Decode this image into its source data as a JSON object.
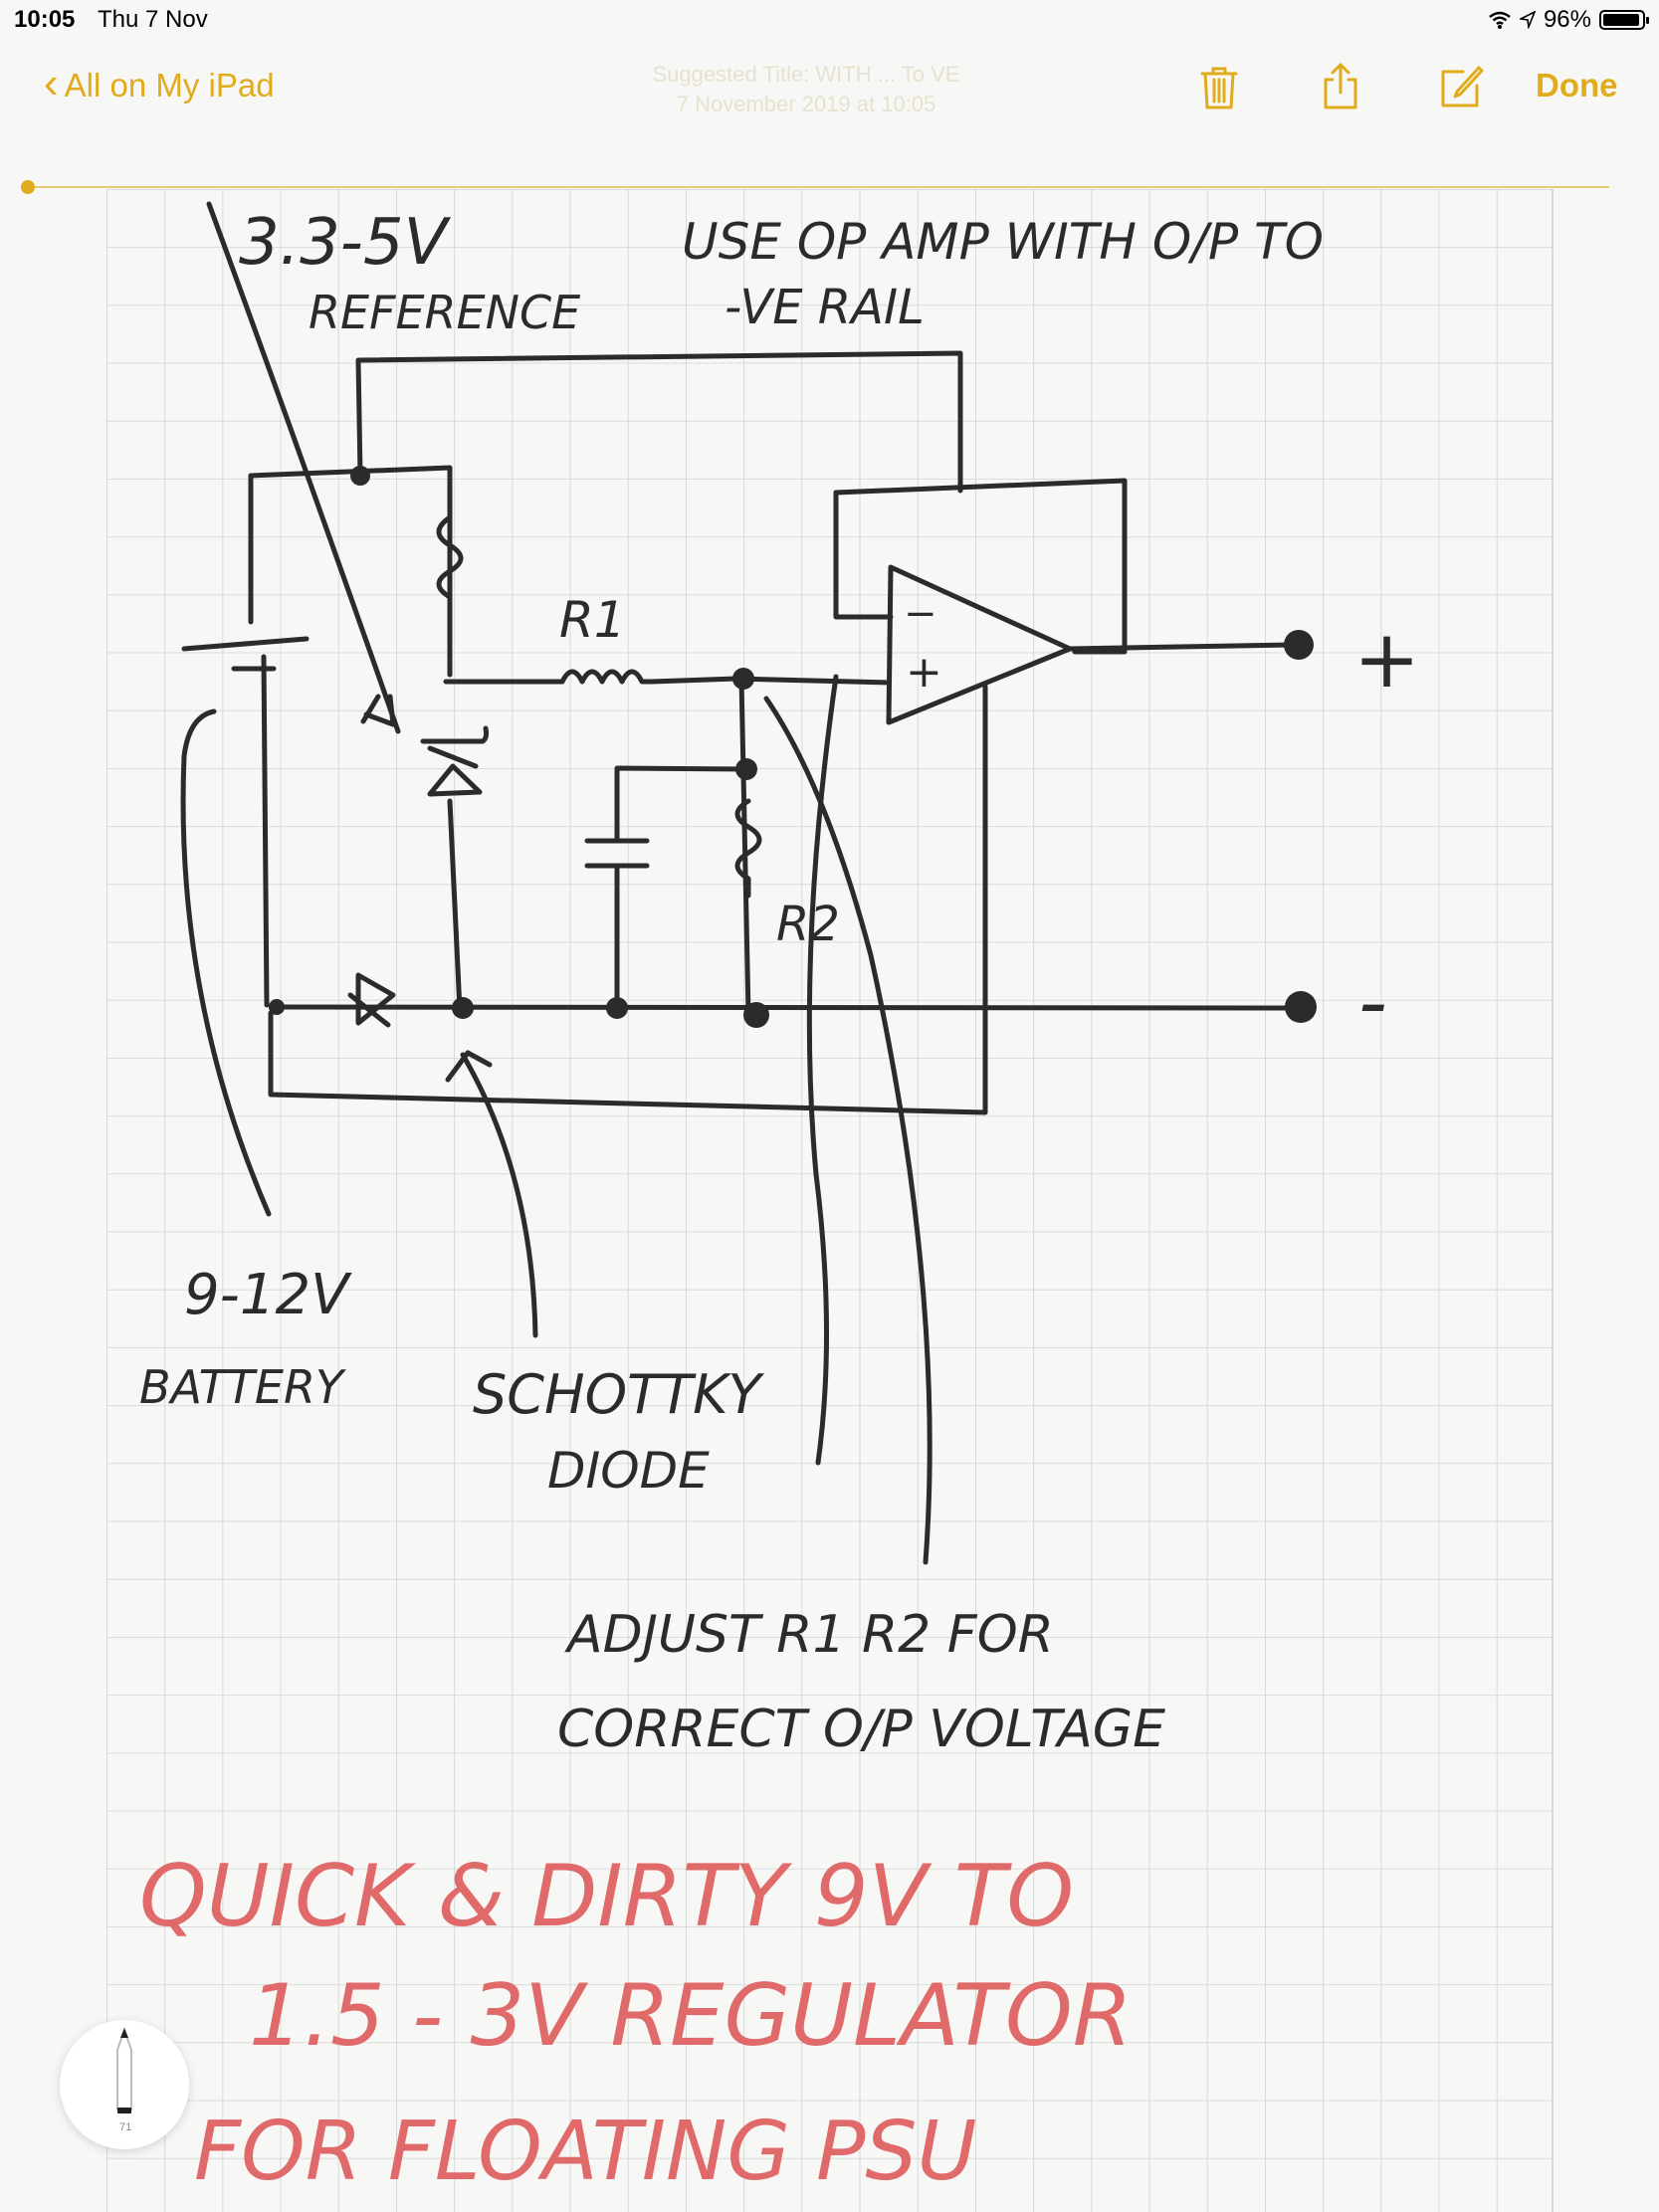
{
  "status_bar": {
    "time": "10:05",
    "date": "Thu 7 Nov",
    "battery": "96%",
    "battery_level": 0.96,
    "icons": [
      "wifi-icon",
      "location-icon",
      "battery-icon"
    ]
  },
  "nav": {
    "back_label": "All on My iPad",
    "done_label": "Done",
    "ghost_title": "Suggested Title: WITH ... To VE",
    "ghost_subtitle": "7 November 2019 at 10:05",
    "icons": [
      "trash-icon",
      "share-icon",
      "compose-icon"
    ]
  },
  "colors": {
    "accent": "#e0ac1c",
    "ink": "#2b2b2b",
    "red_ink": "#e06a6a",
    "grid": "#cfd3d3"
  },
  "drawing": {
    "labels": {
      "reference": [
        "3.3-5V",
        "REFERENCE"
      ],
      "opamp_note": [
        "USE OP AMP WITH O/P TO",
        "-VE RAIL"
      ],
      "r1": "R1",
      "r2": "R2",
      "plus_terminal": "+",
      "minus_terminal": "-",
      "battery": [
        "9-12V",
        "BATTERY"
      ],
      "schottky": [
        "SCHOTTKY",
        "DIODE"
      ],
      "adjust": [
        "ADJUST R1 R2 FOR",
        "CORRECT O/P VOLTAGE"
      ]
    },
    "title_red": [
      "QUICK & DIRTY 9V TO",
      "1.5 - 3V REGULATOR",
      "FOR FLOATING PSU"
    ]
  },
  "pencil_tool": {
    "label": "71"
  }
}
